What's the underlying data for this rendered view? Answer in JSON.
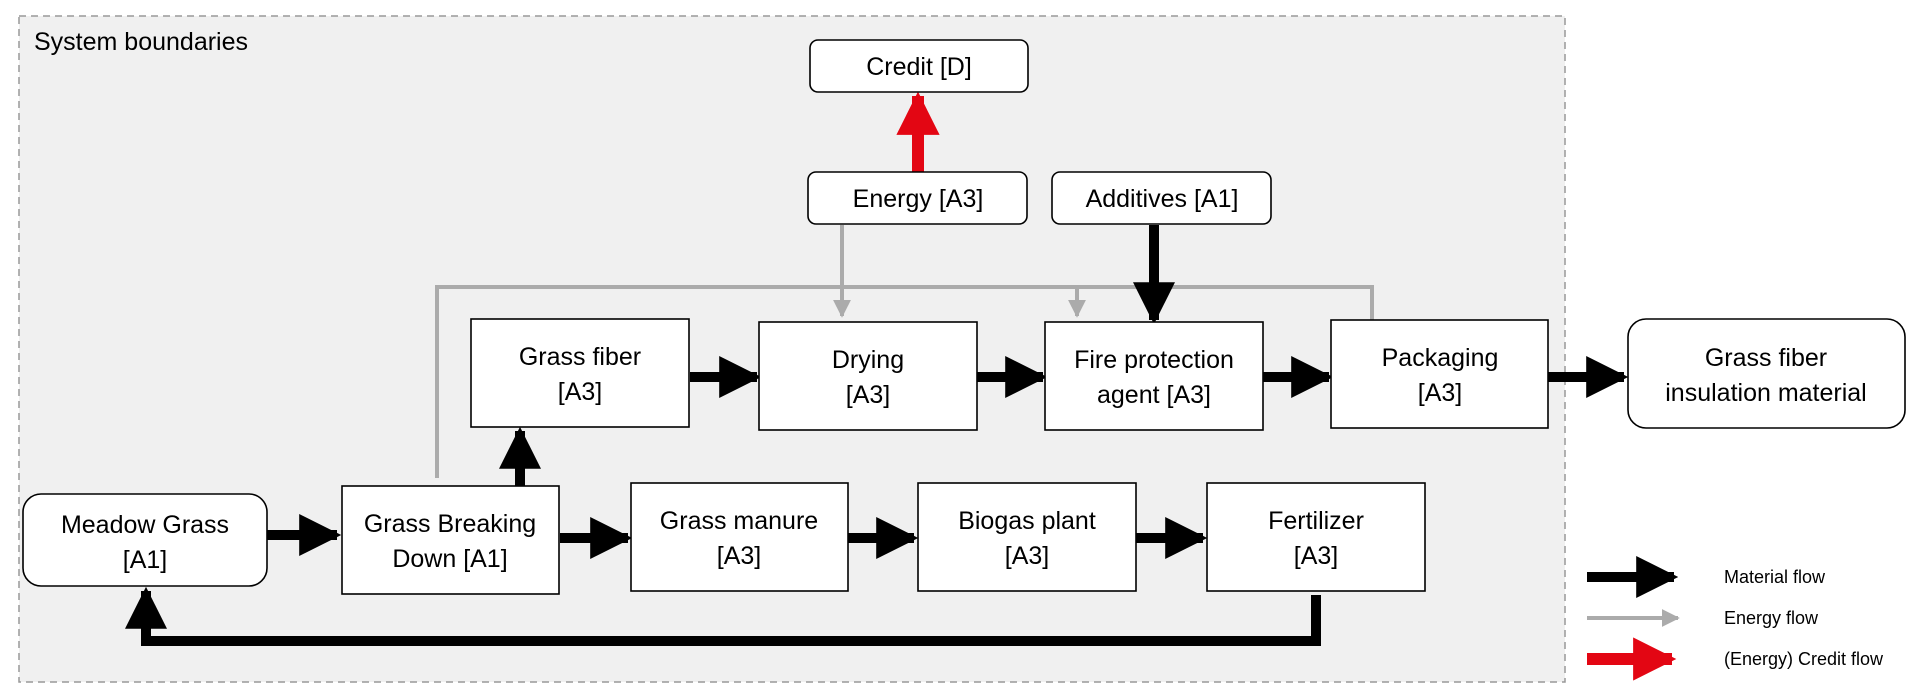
{
  "system_boundary": {
    "label": "System boundaries"
  },
  "nodes": {
    "credit": {
      "lines": [
        "Credit [D]"
      ]
    },
    "energy": {
      "lines": [
        "Energy [A3]"
      ]
    },
    "additives": {
      "lines": [
        "Additives [A1]"
      ]
    },
    "grass_fiber": {
      "lines": [
        "Grass fiber",
        "[A3]"
      ]
    },
    "drying": {
      "lines": [
        "Drying",
        "[A3]"
      ]
    },
    "fire_protection": {
      "lines": [
        "Fire protection",
        "agent [A3]"
      ]
    },
    "packaging": {
      "lines": [
        "Packaging",
        "[A3]"
      ]
    },
    "insulation": {
      "lines": [
        "Grass fiber",
        "insulation material"
      ]
    },
    "meadow_grass": {
      "lines": [
        "Meadow Grass",
        "[A1]"
      ]
    },
    "grass_breaking": {
      "lines": [
        "Grass Breaking",
        "Down [A1]"
      ]
    },
    "grass_manure": {
      "lines": [
        "Grass manure",
        "[A3]"
      ]
    },
    "biogas": {
      "lines": [
        "Biogas plant",
        "[A3]"
      ]
    },
    "fertilizer": {
      "lines": [
        "Fertilizer",
        "[A3]"
      ]
    }
  },
  "legend": {
    "material": "Material flow",
    "energy": "Energy flow",
    "credit": "(Energy) Credit flow"
  },
  "colors": {
    "material_flow": "#000000",
    "energy_flow": "#ababab",
    "credit_flow": "#e30613",
    "boundary_fill": "#f0f0f0",
    "boundary_stroke": "#999999"
  }
}
